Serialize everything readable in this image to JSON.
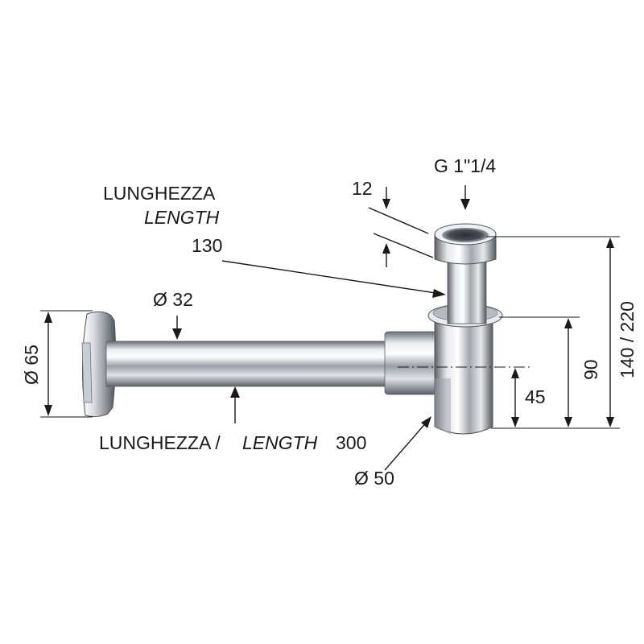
{
  "labels": {
    "thread": "G 1\"1/4",
    "length_it_top": "LUNGHEZZA",
    "length_en_top": "LENGTH",
    "length_top_value": "130",
    "wall_thickness": "12",
    "tube_diameter": "Ø 32",
    "flange_diameter": "Ø 65",
    "length_it_bottom": "LUNGHEZZA /",
    "length_en_bottom": "LENGTH",
    "length_bottom_value": "300",
    "body_diameter": "Ø 50",
    "height_45": "45",
    "height_90": "90",
    "height_total": "140 / 220"
  },
  "colors": {
    "line": "#1a1a1a",
    "chrome_dark": "#5a5f66",
    "chrome_mid": "#b9bec4",
    "chrome_light": "#f4f6f8"
  }
}
